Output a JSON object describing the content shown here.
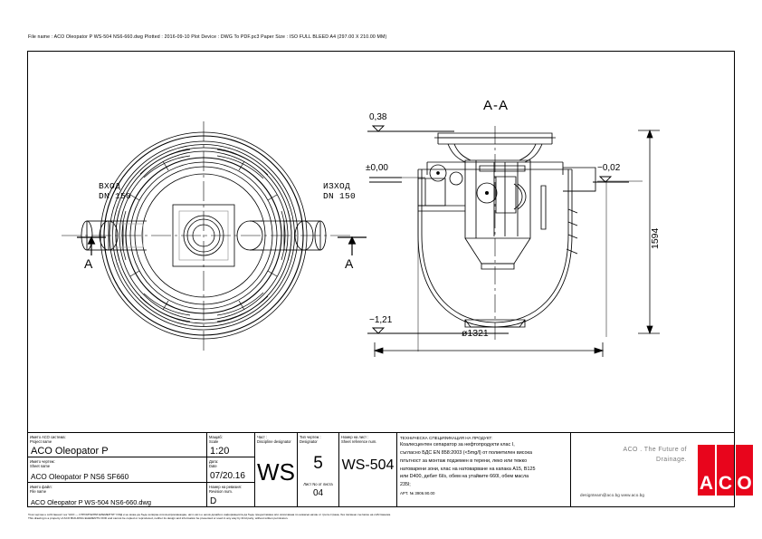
{
  "plot_header": "File name : ACO Oleopator P WS-504 NS6-660.dwg    Plotted : 2016-09-10   Plot Device : DWG To PDF.pc3   Paper Size : ISO FULL BLEED A4 (297.00 X 210.00 MM)",
  "drawing": {
    "section_title": "A-A",
    "plan": {
      "inlet_label_bg": "ВХОД",
      "inlet_label_dn": "DN 150",
      "outlet_label_bg": "ИЗХОД",
      "outlet_label_dn": "DN 150",
      "section_mark_left": "A",
      "section_mark_right": "A"
    },
    "elevations": {
      "top": "0,38",
      "zero": "±0,00",
      "outlet": "−0,02",
      "bottom": "−1,21"
    },
    "dimensions": {
      "height": "1594",
      "diameter": "ø1321"
    }
  },
  "title_block": {
    "project": {
      "label_bg": "Името АСО система:",
      "label_en": "Project name",
      "value": "ACO Oleopator P"
    },
    "sheet": {
      "label_bg": "Името чертеж:",
      "label_en": "Sheet name",
      "value": "ACO Oleopator P NS6 SF660"
    },
    "file": {
      "label_bg": "Името файл:",
      "label_en": "File name",
      "value": "ACO Oleopator P WS-504 NS6-660.dwg"
    },
    "scale": {
      "label_bg": "Мащаб:",
      "label_en": "Scale",
      "value": "1:20"
    },
    "date": {
      "label_bg": "Дата:",
      "label_en": "Date",
      "value": "07/20.16"
    },
    "revision": {
      "label_bg": "Номер на ревизия:",
      "label_en": "Revision num.",
      "value": "D"
    },
    "discipline": {
      "label_bg": "Част :",
      "label_en": "Discipline designator",
      "value": "WS"
    },
    "designator": {
      "label_bg": "Тип чертеж :",
      "label_en": "Designator",
      "value": "5",
      "sub_label": "Лист No от листа",
      "sub_value": "04"
    },
    "sheet_ref": {
      "label_bg": "Номер на лист :",
      "label_en": "Sheet reference num.",
      "value": "WS-504"
    },
    "spec": {
      "heading": "ТЕХНИЧЕСКА СПЕЦИФИКАЦИЯ НА ПРОДУКТ:",
      "lines": [
        "Коалесцентен сепаратор за нефтопродукти клас I,",
        "съгласно БДС EN 858:2003 (<5mg/l) от полиетилен висока",
        "плътност за монтаж подземен в терени, леко или тежко",
        "натоварени зони, клас на натоварване на капака A15, B125",
        "или D400, дебит 6l/s, обем на утайките 660l, обем масла",
        "235l;"
      ],
      "article": "APT. № 3906.90.00"
    },
    "brand": {
      "slogan_line1": "ACO . The Future of",
      "slogan_line2": "Drainage.",
      "contact": "designteam@aco.bg  www.aco.bg",
      "logo_letters": [
        "A",
        "C",
        "O"
      ],
      "logo_color": "#e8051c"
    }
  },
  "disclaimer": {
    "bg": "Този чертеж е собственост на \"АСО — СТРОИТЕЛНИ ЕЛЕМЕНТИ\" ООД и не може да бъде копиран или възпроизвеждан, нито като е негов дизайн и информацията да бъде предоставяна или използвана по никакъв начин от трета страна, без писмено съгласие на собственика.",
    "en": "This drawing is a property of ACO BUILDING ELEMENTS OOD and cannot be copied or reproduced, neither its design and information be presented or used in any way by third party, without written permission."
  }
}
